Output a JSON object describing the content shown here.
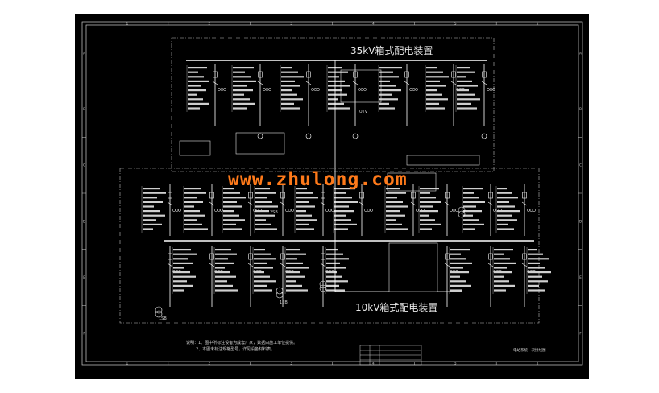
{
  "watermark": "www.zhulong.com",
  "sections": {
    "hv_title": "35kV箱式配电装置",
    "lv_title": "10kV箱式配电装置"
  },
  "border": {
    "columns": [
      "1",
      "2",
      "3",
      "4",
      "5",
      "6"
    ],
    "rows": [
      "A",
      "B",
      "C",
      "D",
      "E",
      "F"
    ]
  },
  "labels": {
    "utv": "UTV",
    "tr_1sb": "1SB",
    "tr_2sb": "2SB",
    "tr_1sb_b": "1SB"
  },
  "notes": {
    "line1": "说明：1、图中所标注设备为成套厂家，数据由施工单位提供。",
    "line2": "2、本图未标注规格型号，详见设备材料表。"
  },
  "title_block": {
    "drawing_name": "电站系统一次接线图"
  },
  "colors": {
    "background": "#000000",
    "lines": "#ffffff",
    "watermark": "#ff7a1a"
  }
}
